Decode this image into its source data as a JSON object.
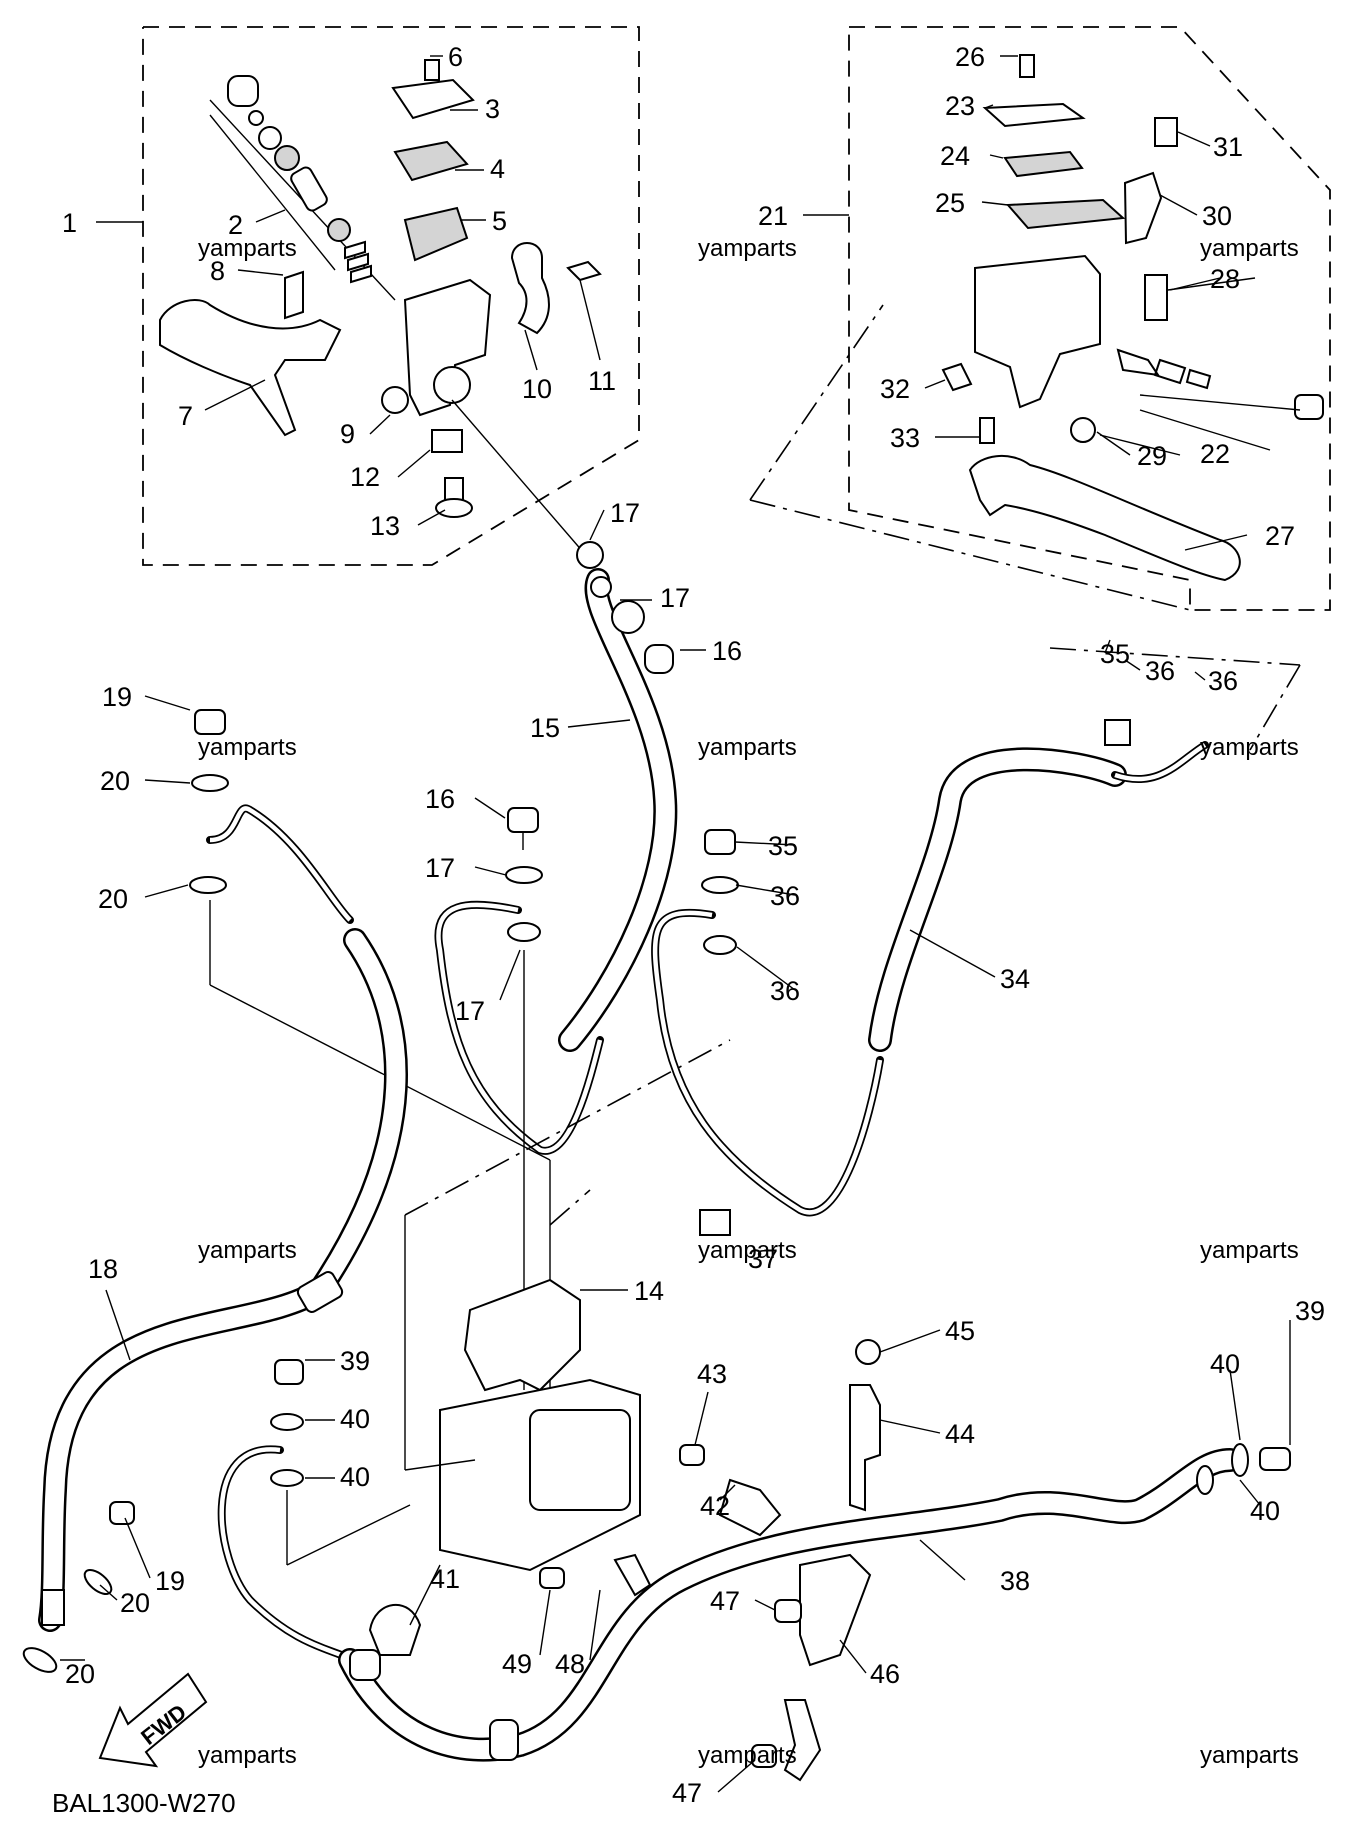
{
  "diagram_code": "BAL1300-W270",
  "watermark": "yamparts",
  "fwd_label": "FWD",
  "parts": [
    {
      "id": "p1",
      "text": "1"
    },
    {
      "id": "p2",
      "text": "2"
    },
    {
      "id": "p3",
      "text": "3"
    },
    {
      "id": "p4",
      "text": "4"
    },
    {
      "id": "p5",
      "text": "5"
    },
    {
      "id": "p6",
      "text": "6"
    },
    {
      "id": "p7",
      "text": "7"
    },
    {
      "id": "p8",
      "text": "8"
    },
    {
      "id": "p9",
      "text": "9"
    },
    {
      "id": "p10",
      "text": "10"
    },
    {
      "id": "p11",
      "text": "11"
    },
    {
      "id": "p12",
      "text": "12"
    },
    {
      "id": "p13",
      "text": "13"
    },
    {
      "id": "p14",
      "text": "14"
    },
    {
      "id": "p15",
      "text": "15"
    },
    {
      "id": "p16a",
      "text": "16"
    },
    {
      "id": "p16b",
      "text": "16"
    },
    {
      "id": "p17a",
      "text": "17"
    },
    {
      "id": "p17b",
      "text": "17"
    },
    {
      "id": "p17c",
      "text": "17"
    },
    {
      "id": "p17d",
      "text": "17"
    },
    {
      "id": "p18",
      "text": "18"
    },
    {
      "id": "p19a",
      "text": "19"
    },
    {
      "id": "p19b",
      "text": "19"
    },
    {
      "id": "p20a",
      "text": "20"
    },
    {
      "id": "p20b",
      "text": "20"
    },
    {
      "id": "p20c",
      "text": "20"
    },
    {
      "id": "p20d",
      "text": "20"
    },
    {
      "id": "p21",
      "text": "21"
    },
    {
      "id": "p22",
      "text": "22"
    },
    {
      "id": "p23",
      "text": "23"
    },
    {
      "id": "p24",
      "text": "24"
    },
    {
      "id": "p25",
      "text": "25"
    },
    {
      "id": "p26",
      "text": "26"
    },
    {
      "id": "p27",
      "text": "27"
    },
    {
      "id": "p28",
      "text": "28"
    },
    {
      "id": "p29",
      "text": "29"
    },
    {
      "id": "p30",
      "text": "30"
    },
    {
      "id": "p31",
      "text": "31"
    },
    {
      "id": "p32",
      "text": "32"
    },
    {
      "id": "p33",
      "text": "33"
    },
    {
      "id": "p34",
      "text": "34"
    },
    {
      "id": "p35a",
      "text": "35"
    },
    {
      "id": "p35b",
      "text": "35"
    },
    {
      "id": "p36a",
      "text": "36"
    },
    {
      "id": "p36b",
      "text": "36"
    },
    {
      "id": "p36c",
      "text": "36"
    },
    {
      "id": "p36d",
      "text": "36"
    },
    {
      "id": "p37",
      "text": "37"
    },
    {
      "id": "p38",
      "text": "38"
    },
    {
      "id": "p39a",
      "text": "39"
    },
    {
      "id": "p39b",
      "text": "39"
    },
    {
      "id": "p40a",
      "text": "40"
    },
    {
      "id": "p40b",
      "text": "40"
    },
    {
      "id": "p40c",
      "text": "40"
    },
    {
      "id": "p40d",
      "text": "40"
    },
    {
      "id": "p41",
      "text": "41"
    },
    {
      "id": "p42",
      "text": "42"
    },
    {
      "id": "p43",
      "text": "43"
    },
    {
      "id": "p44",
      "text": "44"
    },
    {
      "id": "p45",
      "text": "45"
    },
    {
      "id": "p46",
      "text": "46"
    },
    {
      "id": "p47a",
      "text": "47"
    },
    {
      "id": "p47b",
      "text": "47"
    },
    {
      "id": "p48",
      "text": "48"
    },
    {
      "id": "p49",
      "text": "49"
    }
  ]
}
